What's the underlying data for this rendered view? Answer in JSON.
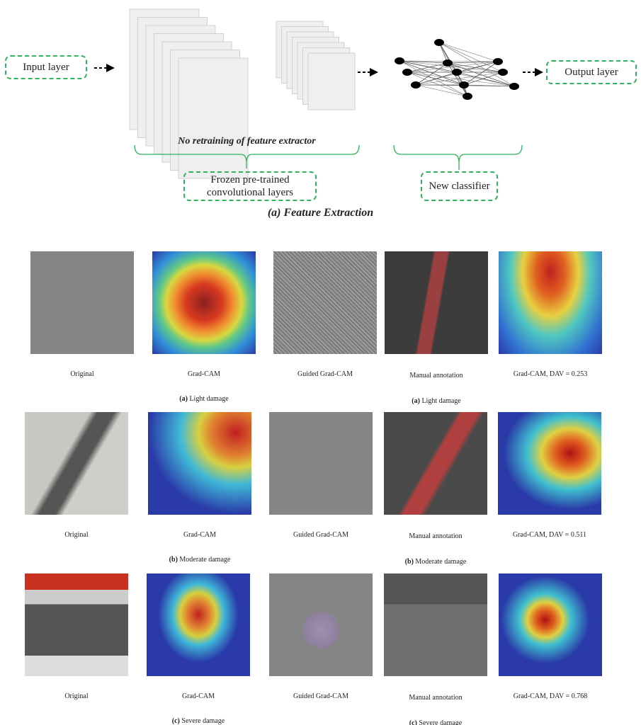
{
  "diagram": {
    "input_layer": "Input layer",
    "output_layer": "Output layer",
    "no_retraining": "No retraining of feature extractor",
    "frozen_box": "Frozen pre-trained convolutional layers",
    "new_classifier": "New classifier",
    "caption": "(a) Feature Extraction",
    "accent_color": "#2fb35a"
  },
  "grid": {
    "column_labels_left": [
      "Original",
      "Grad-CAM",
      "Guided Grad-CAM"
    ],
    "column_label_annotation": "Manual annotation",
    "rows": [
      {
        "prefix": "(a)",
        "group": " Light damage",
        "dav_label": "Grad-CAM, DAV = 0.253"
      },
      {
        "prefix": "(b)",
        "group": " Moderate damage",
        "dav_label": "Grad-CAM, DAV = 0.511"
      },
      {
        "prefix": "(c)",
        "group": " Severe damage",
        "dav_label": "Grad-CAM, DAV = 0.768"
      }
    ]
  }
}
